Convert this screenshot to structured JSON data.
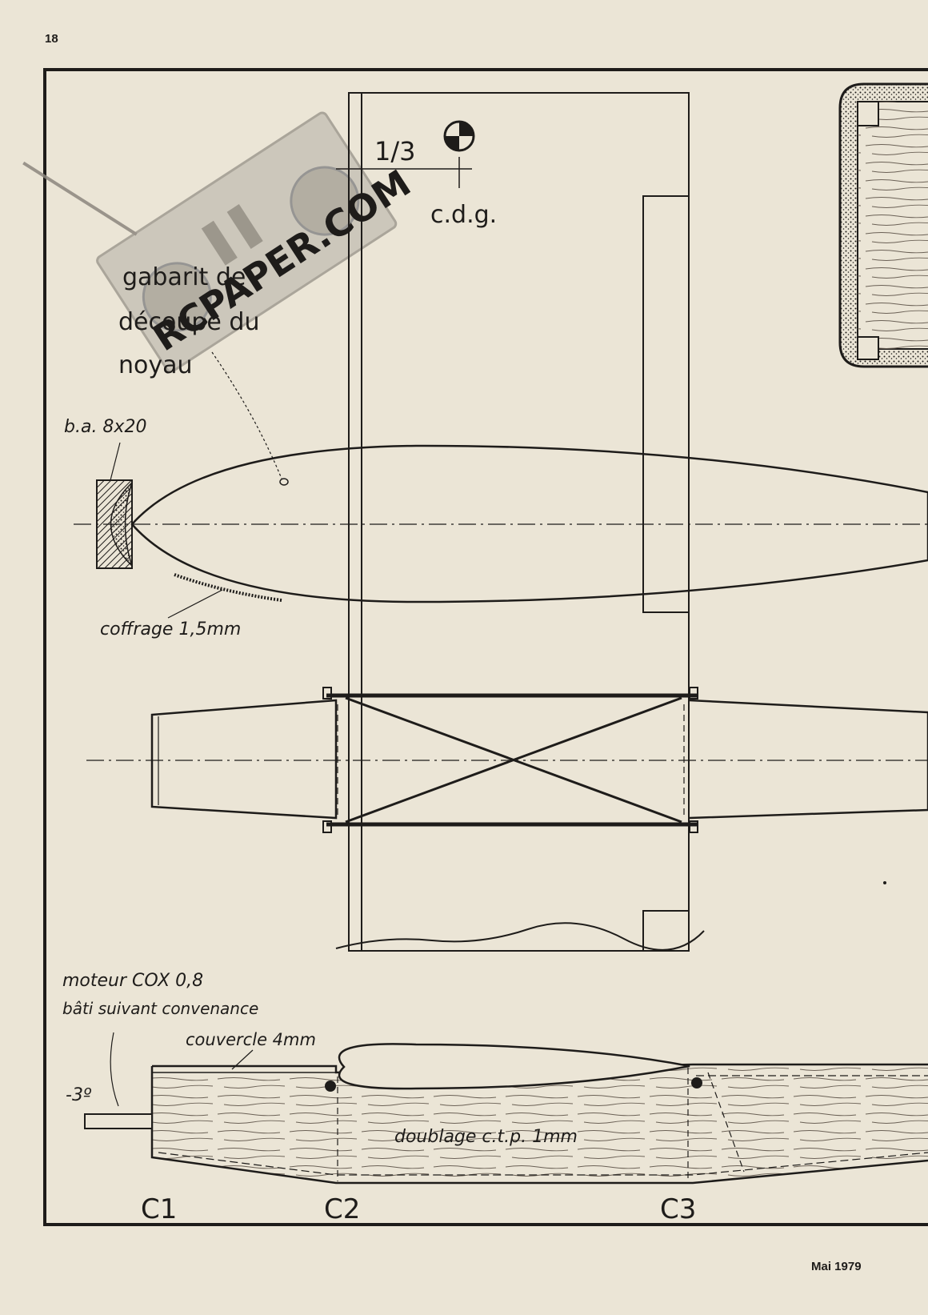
{
  "page": {
    "number": "18",
    "issue": "Mai 1979"
  },
  "watermark": {
    "text": "RCPAPER.COM"
  },
  "cg": {
    "fraction": "1/3",
    "label": "c.d.g."
  },
  "labels": {
    "template_1": "gabarit de",
    "template_2": "découpe du",
    "template_3": "noyau",
    "leading_edge": "b.a. 8x20",
    "sheeting": "coffrage 1,5mm",
    "motor": "moteur COX  0,8",
    "mount": "bâti suivant convenance",
    "lid": "couvercle 4mm",
    "angle": "-3º",
    "doubler": "doublage c.t.p. 1mm"
  },
  "stations": [
    "C1",
    "C2",
    "C3"
  ],
  "icons": [
    "cg-symbol-icon",
    "radio-transmitter-watermark-icon"
  ]
}
